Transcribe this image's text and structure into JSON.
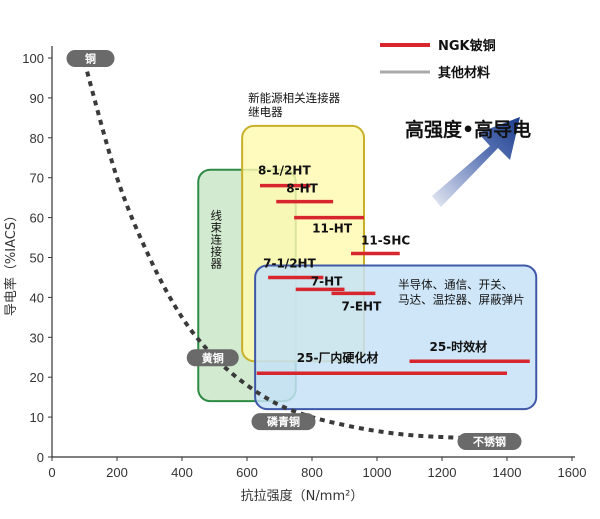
{
  "chart_data": {
    "type": "bar",
    "xlabel": "抗拉强度（N/mm²）",
    "ylabel": "导电率（%IACS）",
    "xlim": [
      0,
      1600
    ],
    "ylim": [
      0,
      100
    ],
    "x_ticks": [
      0,
      200,
      400,
      600,
      800,
      1000,
      1200,
      1400,
      1600
    ],
    "y_ticks": [
      0,
      10,
      20,
      30,
      40,
      50,
      60,
      70,
      80,
      90,
      100
    ],
    "grid": false,
    "legend_position": "top-right",
    "legend": [
      {
        "label": "NGK铍铜",
        "color": "#d7262d"
      },
      {
        "label": "其他材料",
        "color": "#aaaaaa"
      }
    ],
    "headline": "高强度•高导电",
    "regions": [
      {
        "label_lines": [
          "线束连接器"
        ],
        "x": [
          450,
          750
        ],
        "y": [
          14,
          72
        ],
        "fill": "#c8e6c6",
        "stroke": "#2e8b45"
      },
      {
        "label_lines": [
          "新能源相关连接器",
          "继电器"
        ],
        "x": [
          585,
          960
        ],
        "y": [
          24,
          83
        ],
        "fill": "#fff9b0",
        "stroke": "#c8b02a"
      },
      {
        "label_lines": [
          "半导体、通信、开关、",
          "马达、温控器、屏蔽弹片"
        ],
        "x": [
          625,
          1490
        ],
        "y": [
          12,
          48
        ],
        "fill": "#c6e2f7",
        "stroke": "#3f59a8"
      }
    ],
    "series": [
      {
        "name": "NGK铍铜",
        "bars": [
          {
            "label": "8-1/2HT",
            "x": [
              640,
              795
            ],
            "y": 68
          },
          {
            "label": "8-HT",
            "x": [
              690,
              865
            ],
            "y": 64
          },
          {
            "label": "11-HT",
            "x": [
              745,
              960
            ],
            "y": 60
          },
          {
            "label": "11-SHC",
            "x": [
              920,
              1070
            ],
            "y": 51
          },
          {
            "label": "7-1/2HT",
            "x": [
              665,
              835
            ],
            "y": 45
          },
          {
            "label": "7-HT",
            "x": [
              750,
              900
            ],
            "y": 42
          },
          {
            "label": "7-EHT",
            "x": [
              860,
              995
            ],
            "y": 41
          },
          {
            "label": "25-厂内硬化材",
            "x": [
              630,
              1400
            ],
            "y": 21
          },
          {
            "label": "25-时效材",
            "x": [
              1100,
              1470
            ],
            "y": 24
          }
        ]
      },
      {
        "name": "其他材料",
        "curve_points": [
          [
            100,
            99
          ],
          [
            200,
            70
          ],
          [
            300,
            50
          ],
          [
            400,
            35
          ],
          [
            500,
            25
          ],
          [
            600,
            18
          ],
          [
            700,
            13
          ],
          [
            800,
            10
          ],
          [
            900,
            8
          ],
          [
            1000,
            6.5
          ],
          [
            1100,
            5.5
          ],
          [
            1200,
            5
          ],
          [
            1300,
            4.7
          ],
          [
            1400,
            4.5
          ]
        ],
        "points": [
          {
            "label": "铜",
            "x": 100,
            "y": 100
          },
          {
            "label": "黄铜",
            "x": 470,
            "y": 25
          },
          {
            "label": "磷青铜",
            "x": 700,
            "y": 9
          },
          {
            "label": "不锈钢",
            "x": 1340,
            "y": 4
          }
        ]
      }
    ]
  }
}
